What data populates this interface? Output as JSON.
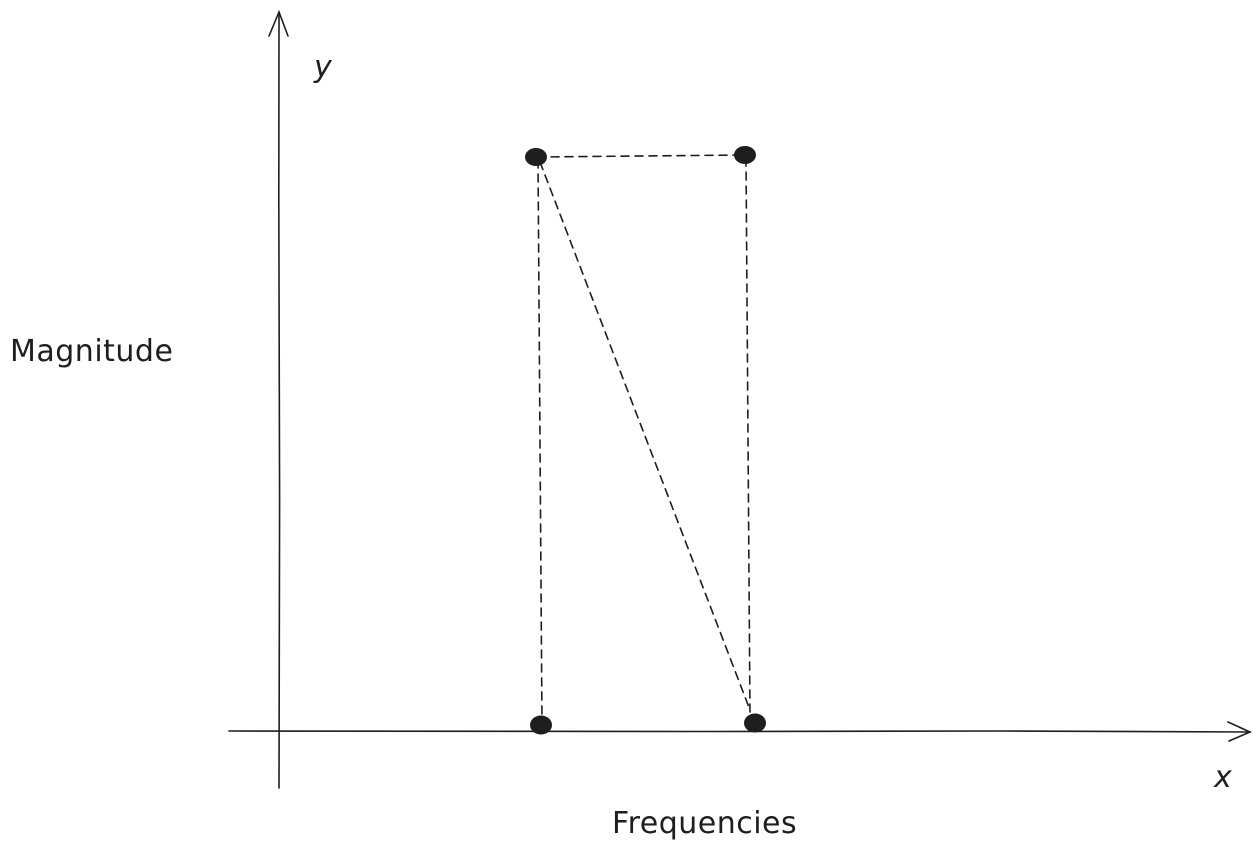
{
  "labels": {
    "y_axis": "y",
    "x_axis": "x",
    "vertical_title": "Magnitude",
    "horizontal_title": "Frequencies"
  },
  "colors": {
    "stroke": "#1e1e1e",
    "background": "#ffffff"
  }
}
